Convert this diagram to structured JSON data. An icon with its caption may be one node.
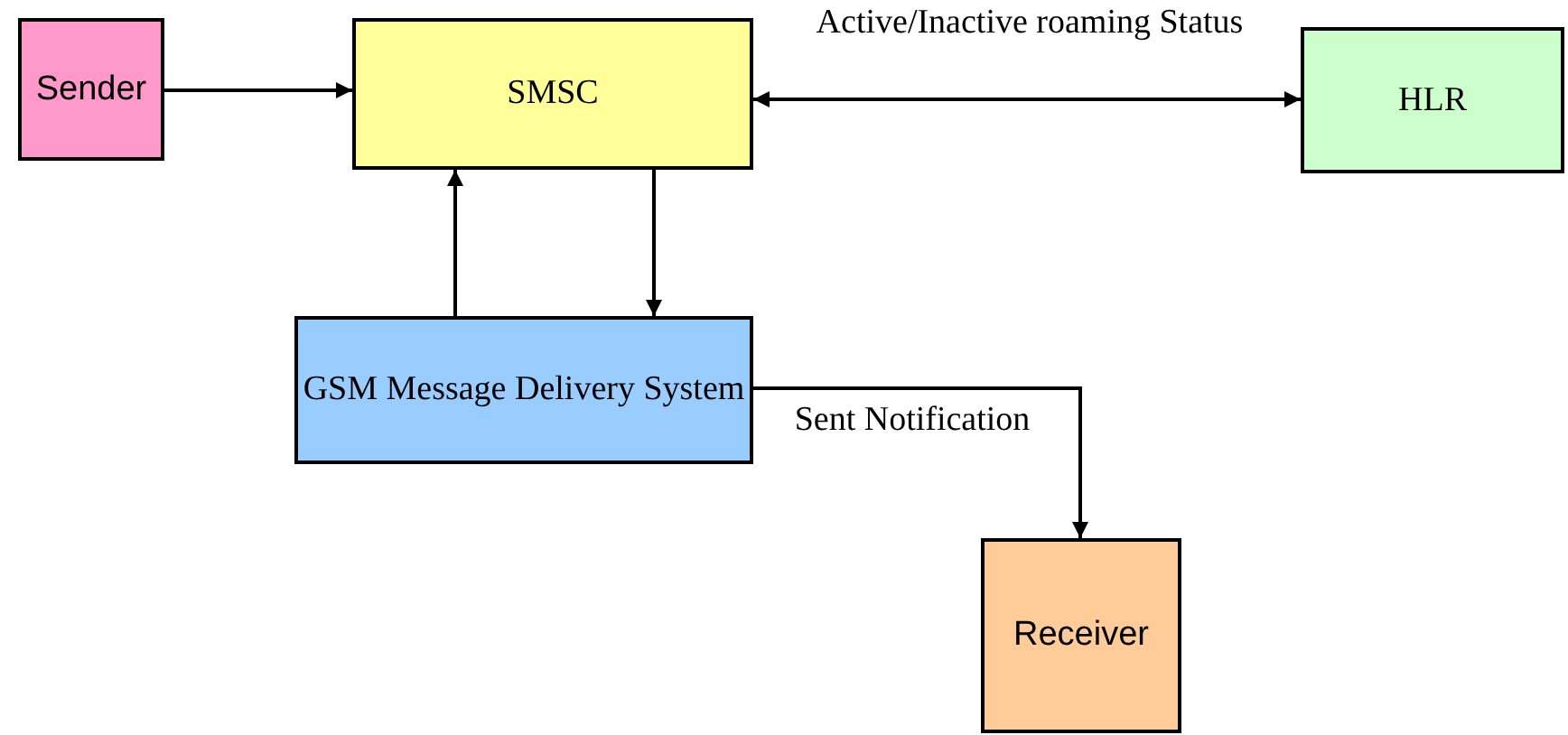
{
  "diagram": {
    "nodes": [
      {
        "text": [
          "Sender"
        ]
      },
      {
        "text": [
          "SMSC"
        ]
      },
      {
        "text": [
          "HLR"
        ]
      },
      {
        "text": [
          "GSM Message Delivery System"
        ]
      },
      {
        "text": [
          "Receiver"
        ]
      }
    ],
    "edges": [
      {
        "from": 0,
        "to": 1,
        "arrow": "to"
      },
      {
        "from": 1,
        "to": 2,
        "arrow": "both",
        "label": "Active/Inactive roaming Status"
      },
      {
        "from": 1,
        "to": 3,
        "arrow": "to"
      },
      {
        "from": 3,
        "to": 1,
        "arrow": "to"
      },
      {
        "from": 3,
        "to": 4,
        "arrow": "to",
        "label": "Sent Notification"
      }
    ]
  }
}
